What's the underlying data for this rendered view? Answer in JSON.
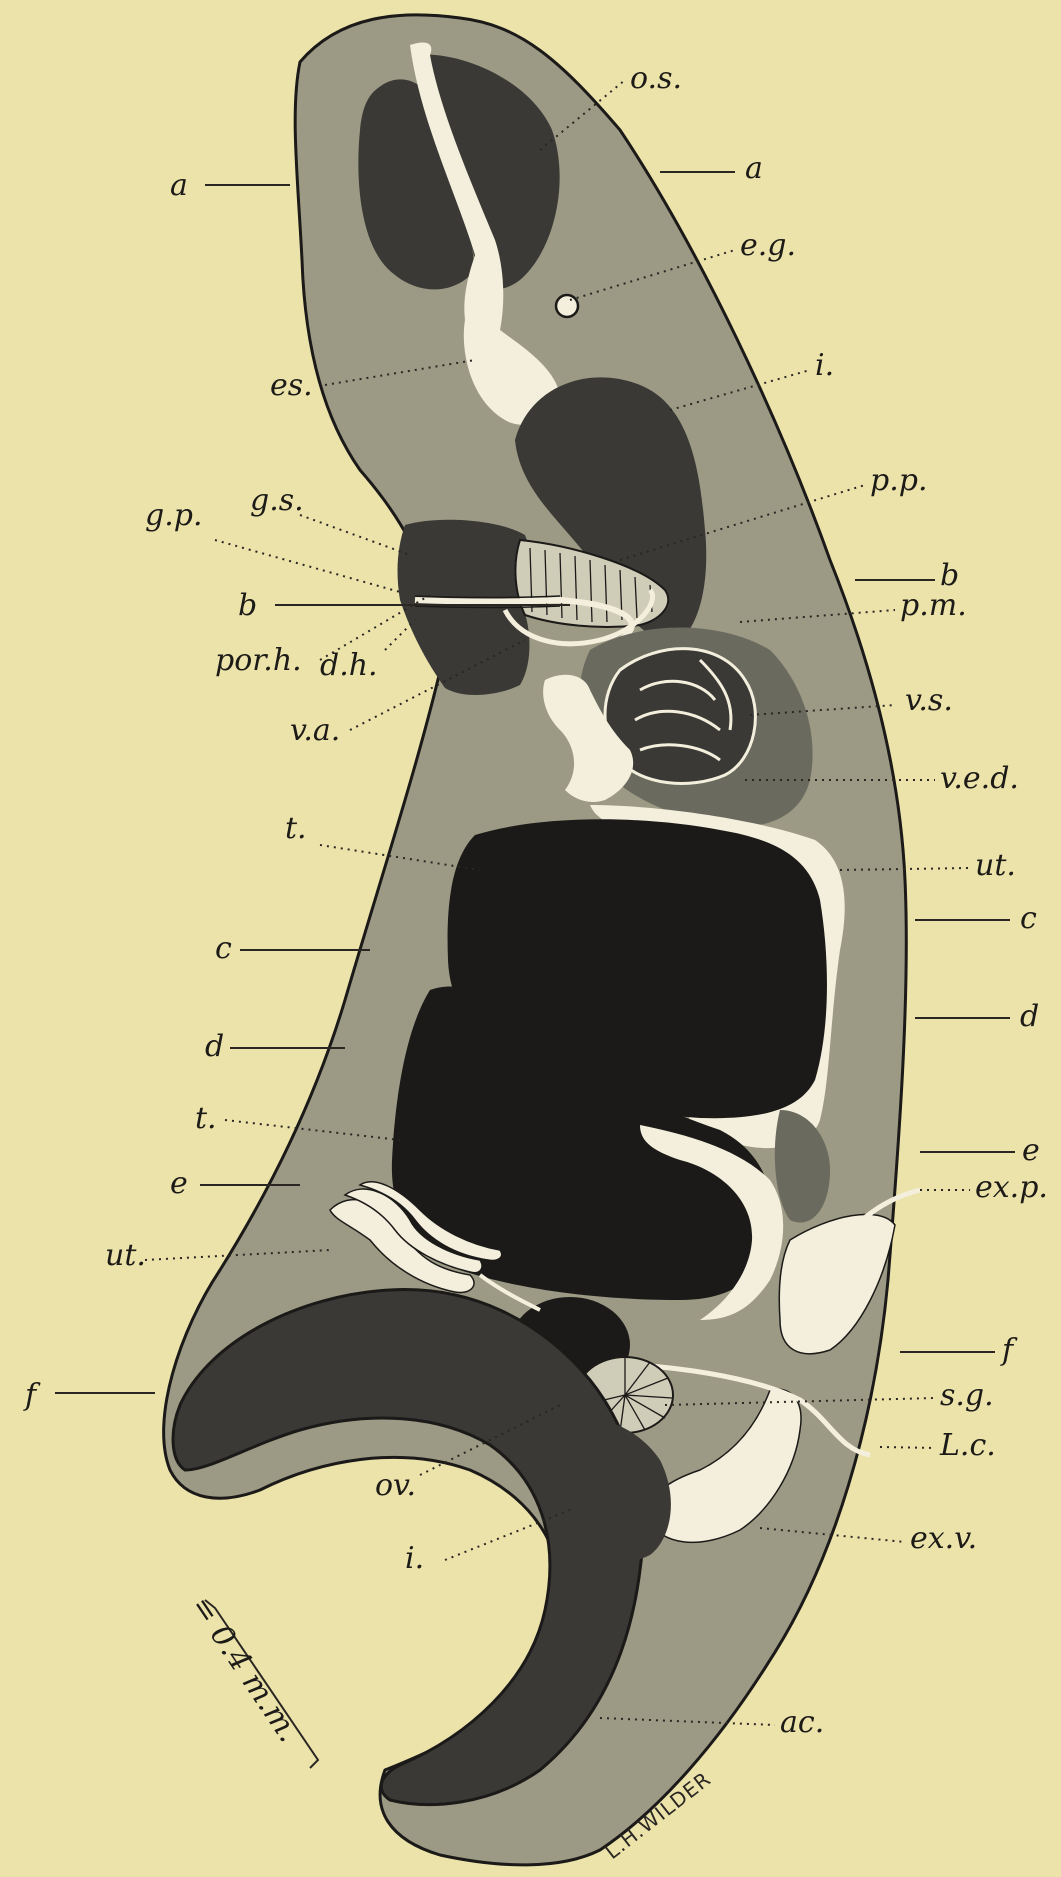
{
  "colors": {
    "background": "#ece3ab",
    "body_tissue": "#9c9a84",
    "dark_organ": "#3a3936",
    "black_organ": "#1b1a19",
    "mid_organ": "#6b6a5f",
    "lumen": "#f3efdc"
  },
  "labels": {
    "os": "o.s.",
    "a_left": "a",
    "a_right": "a",
    "eg": "e.g.",
    "es": "es.",
    "i_top": "i.",
    "pp": "p.p.",
    "gp": "g.p.",
    "gs": "g.s.",
    "b_left": "b",
    "b_right": "b",
    "pm": "p.m.",
    "porh": "por.h.",
    "dh": "d.h.",
    "va": "v.a.",
    "vs": "v.s.",
    "ved": "v.e.d.",
    "t_top": "t.",
    "ut_right": "ut.",
    "c_left": "c",
    "c_right": "c",
    "d_left": "d",
    "d_right": "d",
    "t_bottom": "t.",
    "e_left": "e",
    "e_right": "e",
    "exp": "ex.p.",
    "ut_left": "ut.",
    "f_left": "f",
    "f_right": "f",
    "sg": "s.g.",
    "lc": "L.c.",
    "ov": "ov.",
    "exv": "ex.v.",
    "i_bottom": "i.",
    "ac": "ac."
  },
  "scale_bar": "= 0.4 m.m.",
  "signature": "L.H.WILDER"
}
